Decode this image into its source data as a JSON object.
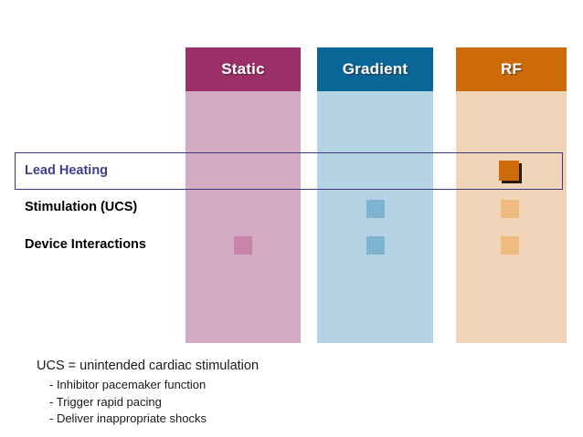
{
  "slide": {
    "columns": [
      {
        "key": "static",
        "label": "Static",
        "header_color": "#9b2f68",
        "band_color": "#d4abc3"
      },
      {
        "key": "gradient",
        "label": "Gradient",
        "header_color": "#0a6697",
        "band_color": "#b4d3e4"
      },
      {
        "key": "rf",
        "label": "RF",
        "header_color": "#cd6a09",
        "band_color": "#f0d5b9"
      }
    ],
    "rows": [
      {
        "key": "lead-heating",
        "label": "Lead Heating",
        "label_color": "#41408a",
        "highlighted": true
      },
      {
        "key": "stimulation-ucs",
        "label": "Stimulation (UCS)",
        "label_color": "#000000",
        "highlighted": false
      },
      {
        "key": "device-interactions",
        "label": "Device Interactions",
        "label_color": "#000000",
        "highlighted": false
      }
    ],
    "markers": [
      {
        "row": "lead-heating",
        "column": "rf",
        "style": "strong",
        "color": "#cd6a09"
      },
      {
        "row": "stimulation-ucs",
        "column": "gradient",
        "style": "plain",
        "color": "#7eb3d2"
      },
      {
        "row": "stimulation-ucs",
        "column": "rf",
        "style": "plain",
        "color": "#eebb81"
      },
      {
        "row": "device-interactions",
        "column": "static",
        "style": "plain",
        "color": "#c884ab"
      },
      {
        "row": "device-interactions",
        "column": "gradient",
        "style": "plain",
        "color": "#7eb3d2"
      },
      {
        "row": "device-interactions",
        "column": "rf",
        "style": "plain",
        "color": "#eebb81"
      }
    ],
    "highlight_border_color": "#3b3a7d"
  },
  "footer": {
    "lead": "UCS = unintended cardiac stimulation",
    "bullets": [
      "- Inhibitor pacemaker function",
      "- Trigger rapid pacing",
      "- Deliver inappropriate shocks"
    ]
  }
}
